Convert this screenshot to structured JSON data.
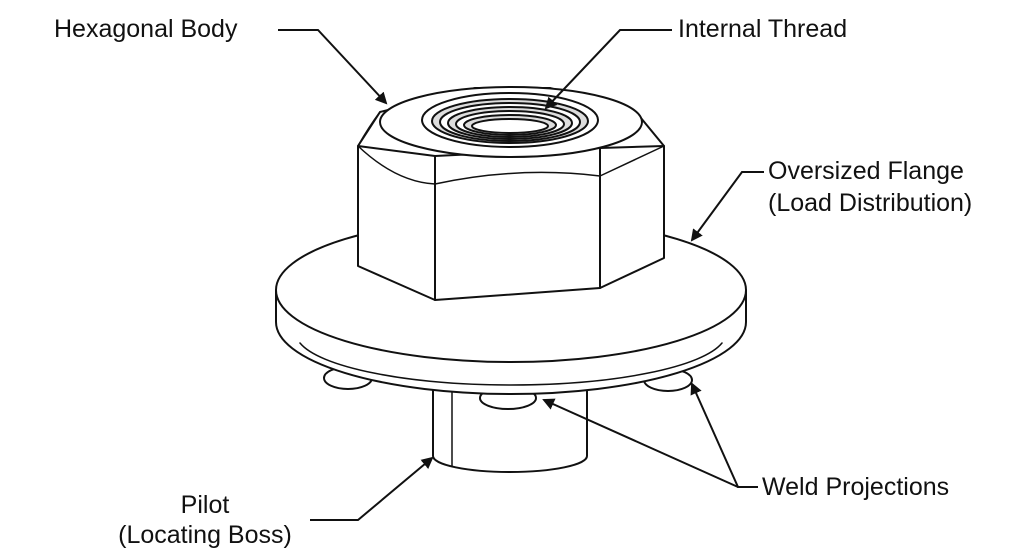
{
  "labels": {
    "hex_body": "Hexagonal Body",
    "internal_thread": "Internal Thread",
    "flange_line1": "Oversized Flange",
    "flange_line2": "(Load Distribution)",
    "weld": "Weld Projections",
    "pilot_line1": "Pilot",
    "pilot_line2": "(Locating Boss)"
  },
  "colors": {
    "stroke": "#111111",
    "fill": "#ffffff",
    "thread": "#dddddd"
  }
}
